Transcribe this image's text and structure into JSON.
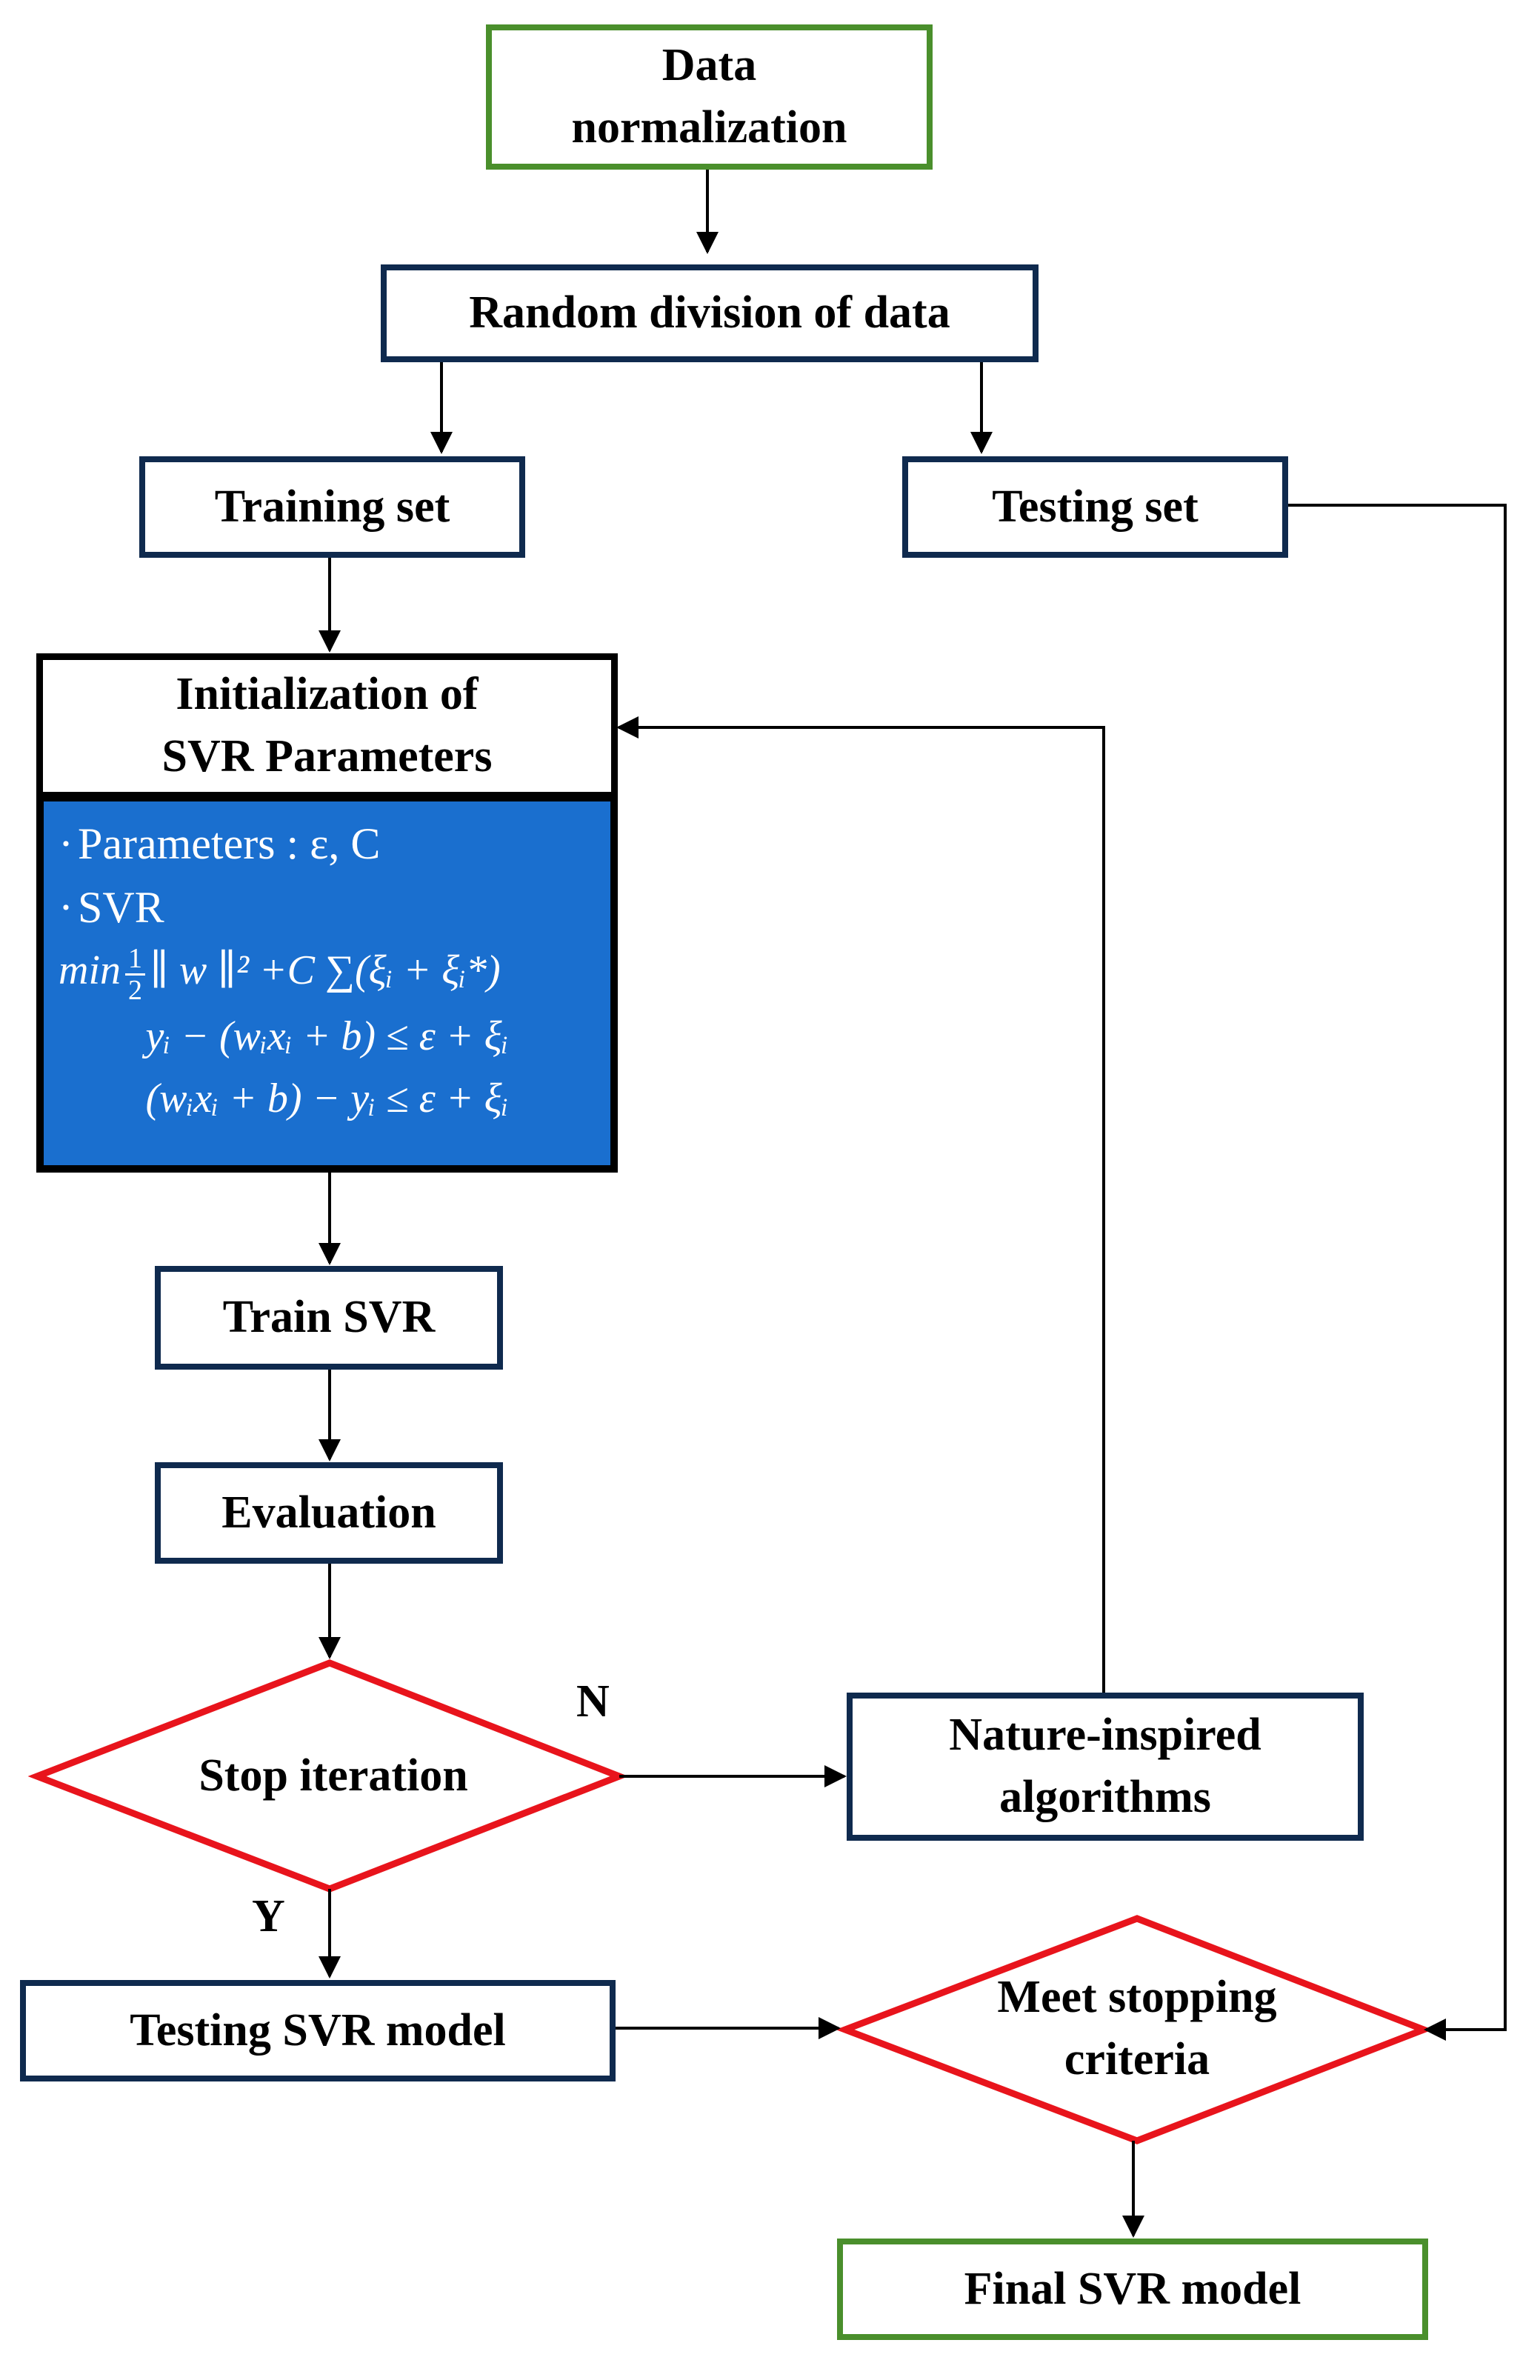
{
  "nodes": {
    "data_normalization": [
      "Data",
      "normalization"
    ],
    "random_division": "Random division of data",
    "training_set": "Training set",
    "testing_set": "Testing set",
    "init_svr": [
      "Initialization of",
      "SVR Parameters"
    ],
    "svr_details": {
      "bullet_parameters": "Parameters : ε, C",
      "bullet_svr": "SVR",
      "formula_objective": {
        "prefix": "min",
        "frac_num": "1",
        "frac_den": "2",
        "body": "∥ w ∥² +C ∑(ξᵢ + ξᵢ*)"
      },
      "formula_constraint_1": "yᵢ − (wᵢxᵢ + b) ≤ ε + ξᵢ",
      "formula_constraint_2": "(wᵢxᵢ + b) − yᵢ ≤ ε + ξᵢ"
    },
    "train_svr": "Train SVR",
    "evaluation": "Evaluation",
    "stop_iteration": "Stop iteration",
    "nature_inspired": [
      "Nature-inspired",
      "algorithms"
    ],
    "testing_svr_model": "Testing SVR model",
    "meet_stopping": [
      "Meet stopping",
      "criteria"
    ],
    "final_svr_model": "Final SVR model"
  },
  "edge_labels": {
    "no": "N",
    "yes": "Y"
  },
  "colors": {
    "terminal_border": "#4a8f2c",
    "process_border": "#0f2a4e",
    "decision_border": "#e8141c",
    "svr_panel_fill": "#1a6fcf",
    "arrow": "#000000"
  }
}
